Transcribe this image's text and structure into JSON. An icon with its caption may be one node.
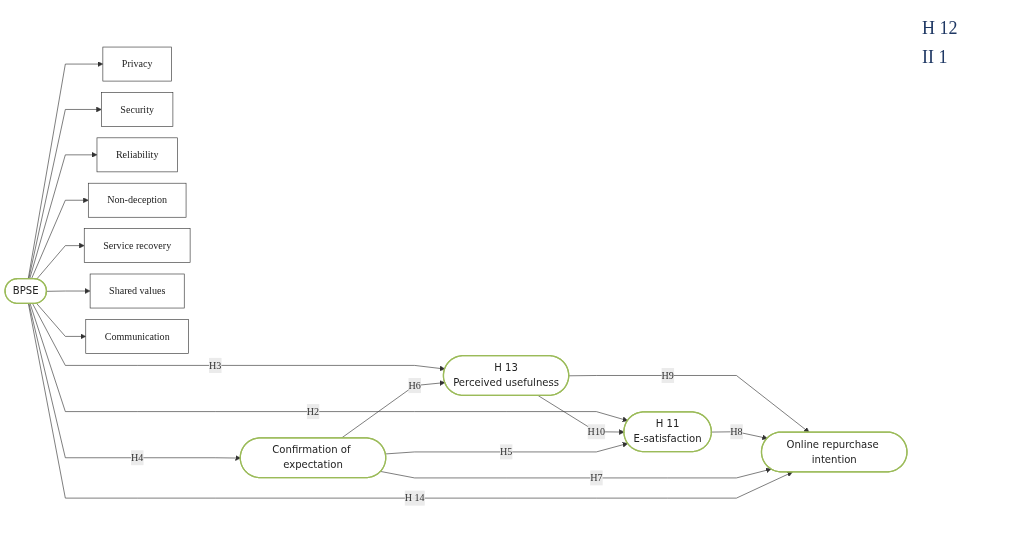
{
  "diagram": {
    "nodes": [
      {
        "text": [
          "H 13",
          "Perceived usefulness"
        ]
      },
      {
        "text": [
          "BPSE"
        ]
      },
      {
        "text": [
          "H 11",
          "E-satisfaction"
        ]
      },
      {
        "text": [
          "Online repurchase intention"
        ]
      },
      {
        "text": [
          "Confirmation of expectation"
        ]
      },
      {
        "text": [
          "Privacy"
        ]
      },
      {
        "text": [
          "Security"
        ]
      },
      {
        "text": [
          "Reliability"
        ]
      },
      {
        "text": [
          "Non-deception"
        ]
      },
      {
        "text": [
          "Service recovery"
        ]
      },
      {
        "text": [
          "Shared values"
        ]
      },
      {
        "text": [
          "Communication"
        ]
      }
    ],
    "edges": [
      {
        "from": 1,
        "to": 5,
        "arrow": "to"
      },
      {
        "from": 1,
        "to": 6,
        "arrow": "to"
      },
      {
        "from": 1,
        "to": 7,
        "arrow": "to"
      },
      {
        "from": 1,
        "to": 8,
        "arrow": "to"
      },
      {
        "from": 1,
        "to": 9,
        "arrow": "to"
      },
      {
        "from": 1,
        "to": 10,
        "arrow": "to"
      },
      {
        "from": 1,
        "to": 11,
        "arrow": "to"
      },
      {
        "from": 1,
        "to": 0,
        "arrow": "to",
        "label": "H3"
      },
      {
        "from": 1,
        "to": 2,
        "arrow": "to",
        "label": "H2"
      },
      {
        "from": 1,
        "to": 4,
        "arrow": "to",
        "label": "H4"
      },
      {
        "from": 4,
        "to": 0,
        "arrow": "to",
        "label": "H6"
      },
      {
        "from": 0,
        "to": 2,
        "arrow": "to",
        "label": "H10"
      },
      {
        "from": 0,
        "to": 3,
        "arrow": "to",
        "label": "H9"
      },
      {
        "from": 2,
        "to": 3,
        "arrow": "to",
        "label": "H8"
      },
      {
        "from": 4,
        "to": 2,
        "arrow": "to",
        "label": "H5"
      },
      {
        "from": 4,
        "to": 3,
        "arrow": "to",
        "label": "H7"
      },
      {
        "from": 1,
        "to": 3,
        "arrow": "to",
        "label": "H 14"
      }
    ],
    "labels": [
      "H 12",
      "II 1"
    ]
  }
}
